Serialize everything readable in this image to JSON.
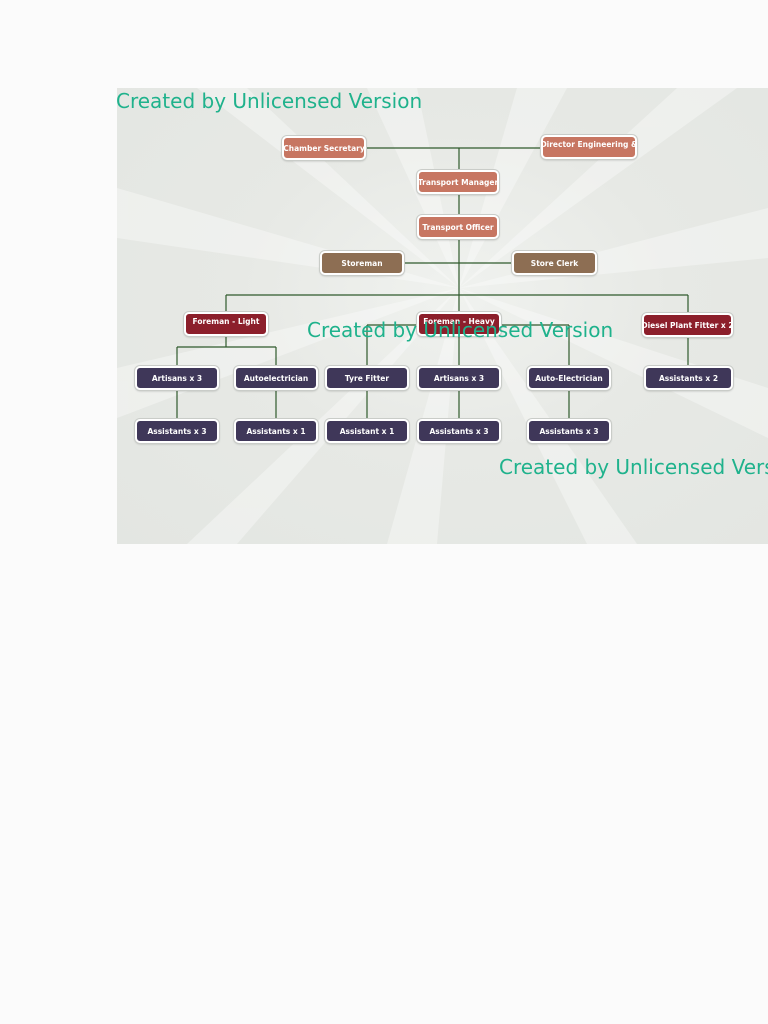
{
  "colors": {
    "salmon": "#c77662",
    "brown": "#8d6e53",
    "maroon": "#8c1f2b",
    "navy": "#3f3759",
    "connector": "#2f5a2c",
    "watermark": "#1fb28c"
  },
  "watermarks": [
    "Created by Unlicensed Version",
    "Created by Unlicensed Version",
    "Created by Unlicensed Vers"
  ],
  "org_chart": {
    "nodes": [
      {
        "id": "chamber_secretary",
        "label": "Chamber Secretary"
      },
      {
        "id": "director_engineering",
        "label": "Director Engineering &"
      },
      {
        "id": "transport_manager",
        "label": "Transport Manager"
      },
      {
        "id": "transport_officer",
        "label": "Transport Officer"
      },
      {
        "id": "storeman",
        "label": "Storeman"
      },
      {
        "id": "store_clerk",
        "label": "Store Clerk"
      },
      {
        "id": "foreman_light",
        "label": "Foreman - Light"
      },
      {
        "id": "foreman_heavy",
        "label": "Foreman - Heavy"
      },
      {
        "id": "diesel_plant_fitter",
        "label": "Diesel Plant Fitter x 2"
      },
      {
        "id": "artisans_light",
        "label": "Artisans x 3"
      },
      {
        "id": "autoelectrician",
        "label": "Autoelectrician"
      },
      {
        "id": "tyre_fitter",
        "label": "Tyre Fitter"
      },
      {
        "id": "artisans_heavy",
        "label": "Artisans x 3"
      },
      {
        "id": "auto_electrician",
        "label": "Auto-Electrician"
      },
      {
        "id": "assistants_diesel",
        "label": "Assistants x 2"
      },
      {
        "id": "assistants_artisans_light",
        "label": "Assistants x 3"
      },
      {
        "id": "assistants_autoelectrician",
        "label": "Assistants x 1"
      },
      {
        "id": "assistant_tyre",
        "label": "Assistant x 1"
      },
      {
        "id": "assistants_artisans_heavy",
        "label": "Assistants x 3"
      },
      {
        "id": "assistants_auto_electrician",
        "label": "Assistants x 3"
      }
    ],
    "edges": [
      [
        "chamber_secretary",
        "transport_manager"
      ],
      [
        "director_engineering",
        "transport_manager"
      ],
      [
        "transport_manager",
        "transport_officer"
      ],
      [
        "transport_officer",
        "storeman"
      ],
      [
        "transport_officer",
        "store_clerk"
      ],
      [
        "transport_officer",
        "foreman_light"
      ],
      [
        "transport_officer",
        "foreman_heavy"
      ],
      [
        "transport_officer",
        "diesel_plant_fitter"
      ],
      [
        "foreman_light",
        "artisans_light"
      ],
      [
        "foreman_light",
        "autoelectrician"
      ],
      [
        "foreman_heavy",
        "tyre_fitter"
      ],
      [
        "foreman_heavy",
        "artisans_heavy"
      ],
      [
        "foreman_heavy",
        "auto_electrician"
      ],
      [
        "diesel_plant_fitter",
        "assistants_diesel"
      ],
      [
        "artisans_light",
        "assistants_artisans_light"
      ],
      [
        "autoelectrician",
        "assistants_autoelectrician"
      ],
      [
        "tyre_fitter",
        "assistant_tyre"
      ],
      [
        "artisans_heavy",
        "assistants_artisans_heavy"
      ],
      [
        "auto_electrician",
        "assistants_auto_electrician"
      ]
    ]
  }
}
